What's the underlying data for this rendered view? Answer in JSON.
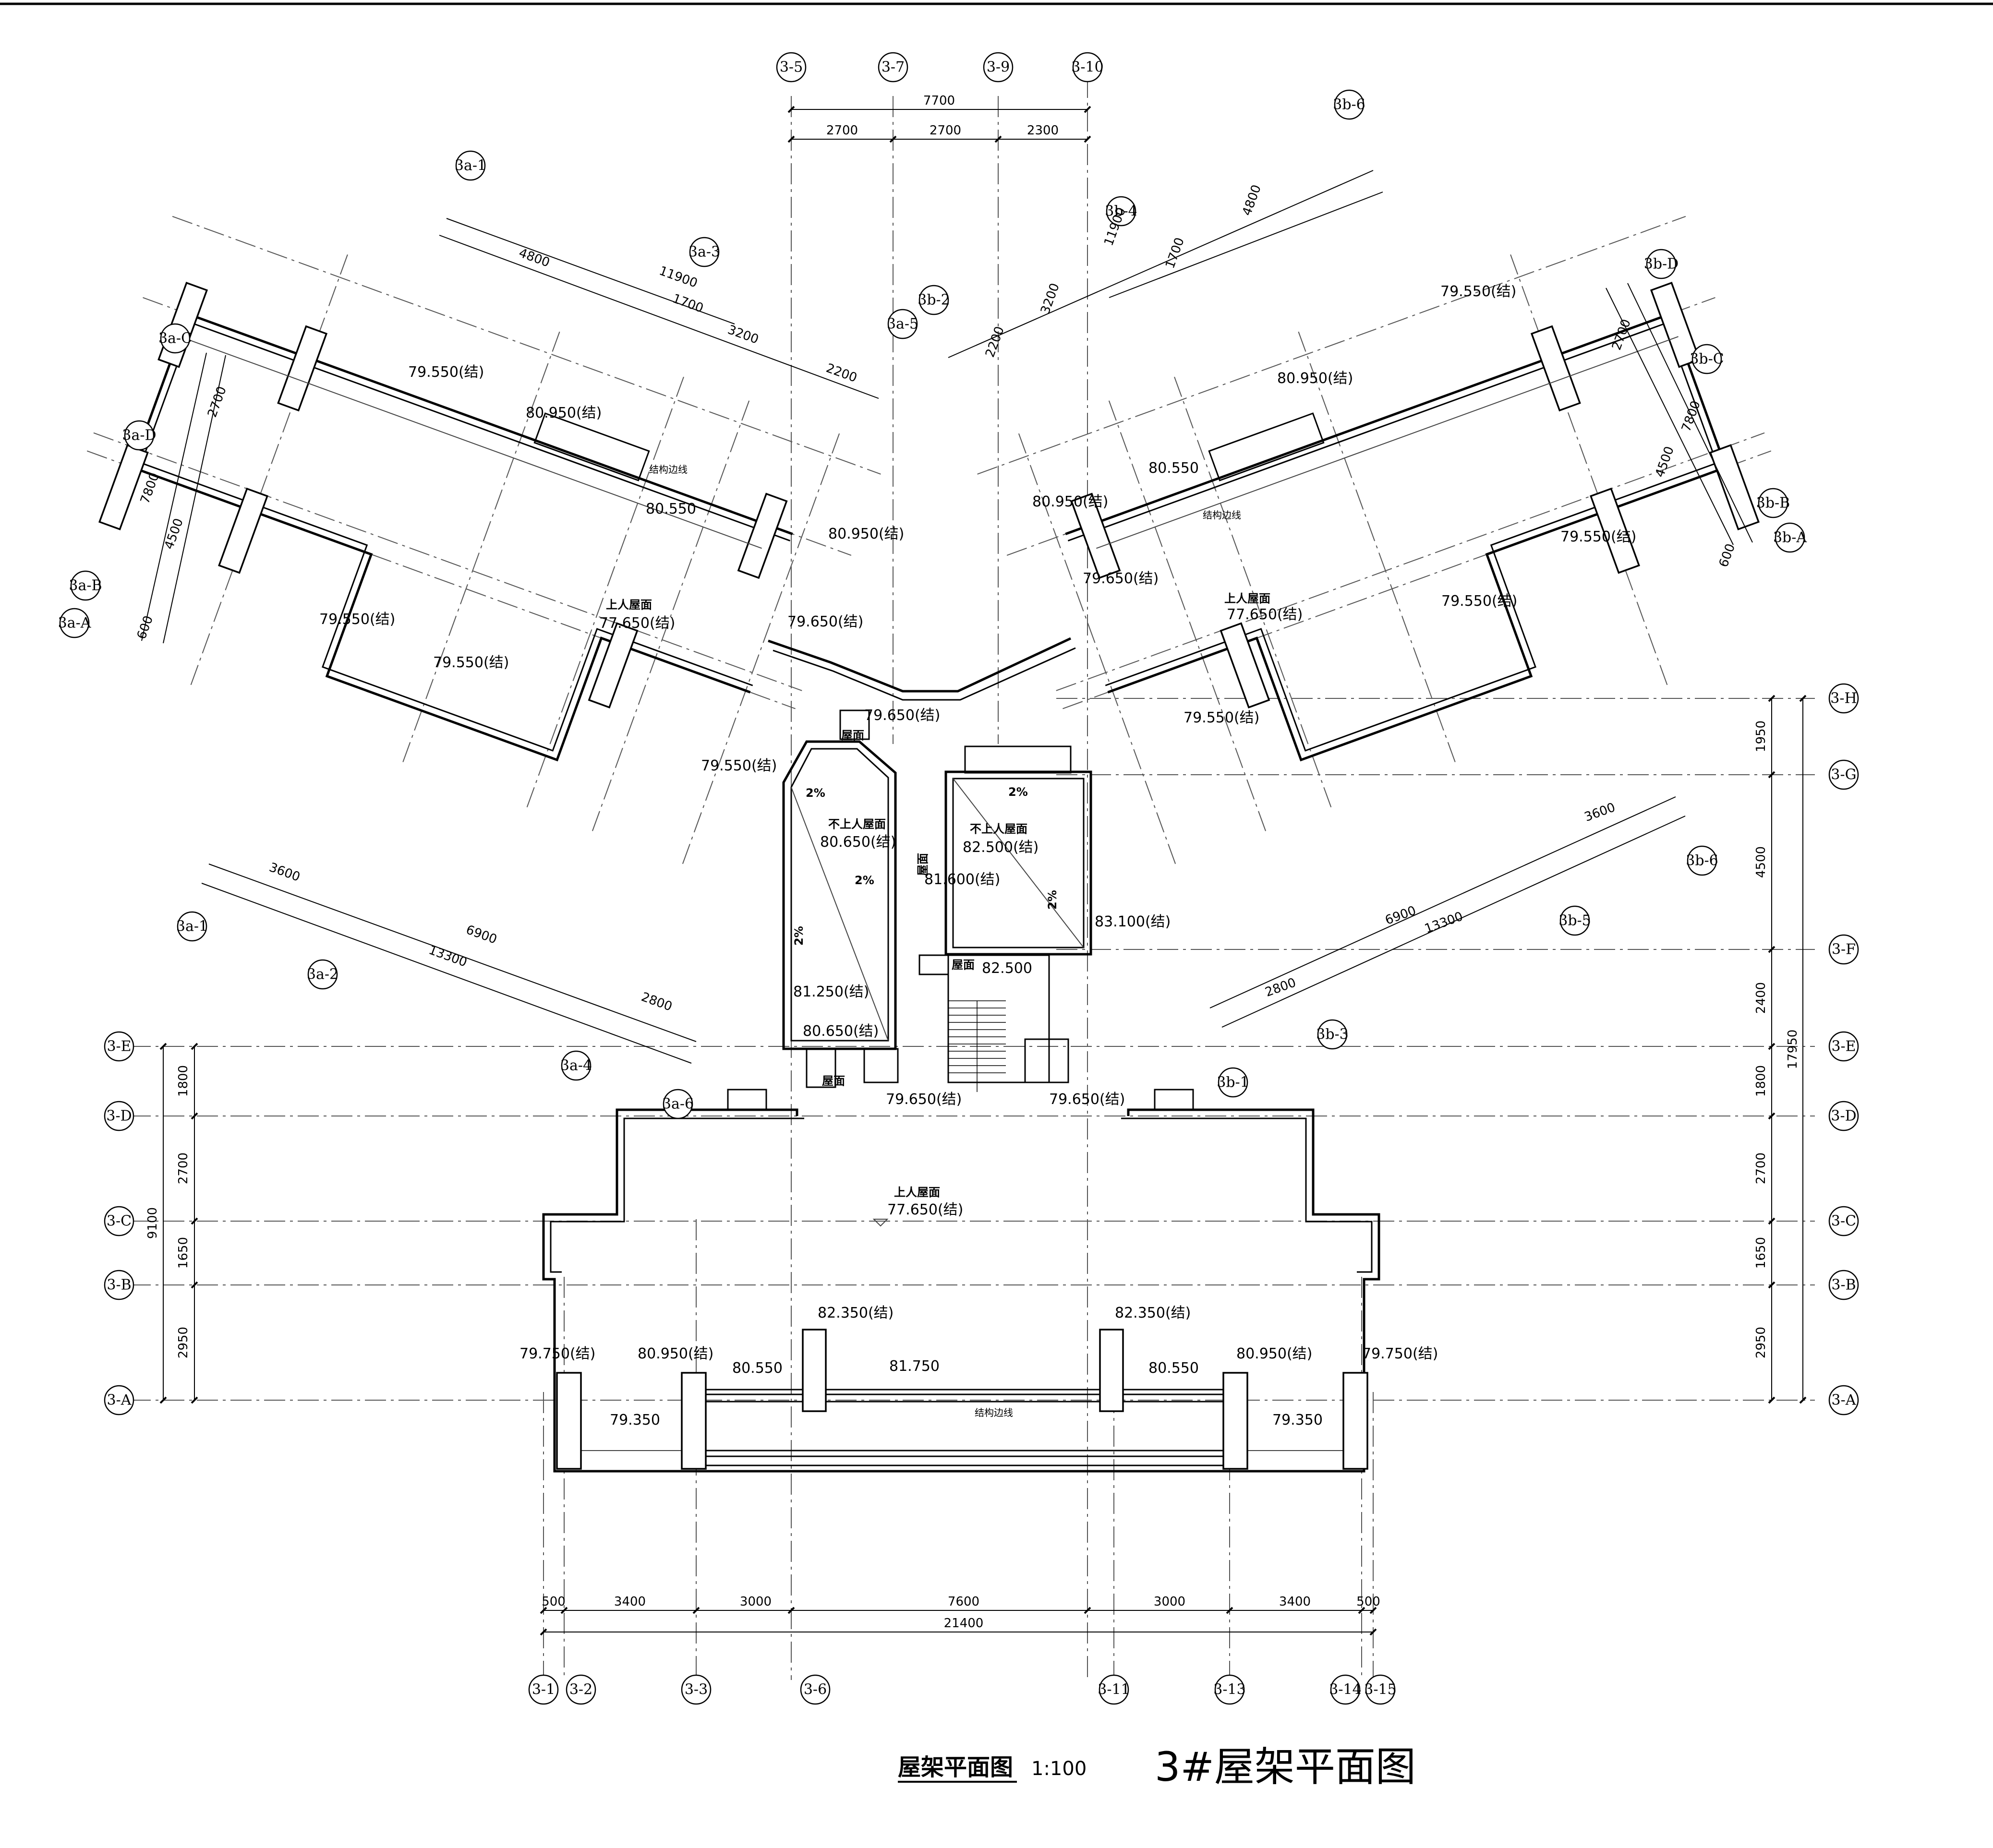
{
  "drawing": {
    "title": "屋架平面图",
    "scale": "1:100",
    "building_title": "3#屋架平面图"
  },
  "axes": {
    "bottom_x": [
      "3-1",
      "3-2",
      "3-3",
      "3-6",
      "3-11",
      "3-13",
      "3-14",
      "3-15"
    ],
    "top_x": [
      "3-5",
      "3-7",
      "3-9",
      "3-10"
    ],
    "rows_left": [
      "3-E",
      "3-D",
      "3-C",
      "3-B",
      "3-A"
    ],
    "rows_right": [
      "3-H",
      "3-G",
      "3-F",
      "3-E",
      "3-D",
      "3-C",
      "3-B",
      "3-A"
    ],
    "wing_a": [
      "3a-1",
      "3a-2",
      "3a-3",
      "3a-4",
      "3a-5",
      "3a-6",
      "3a-A",
      "3a-B",
      "3a-C",
      "3a-D"
    ],
    "wing_b": [
      "3b-1",
      "3b-2",
      "3b-3",
      "3b-4",
      "3b-5",
      "3b-6",
      "3b-6",
      "3b-A",
      "3b-B",
      "3b-C",
      "3b-D"
    ]
  },
  "dims": {
    "bottom_parts": [
      "500",
      "3400",
      "3000",
      "7600",
      "3000",
      "3400",
      "500"
    ],
    "bottom_total": "21400",
    "top_total": "7700",
    "top_parts": [
      "2700",
      "2700",
      "2300"
    ],
    "left_parts": [
      "1800",
      "2700",
      "1650",
      "2950"
    ],
    "left_total": "9100",
    "right_parts": [
      "1950",
      "4500",
      "2400",
      "1800",
      "2700",
      "1650",
      "2950"
    ],
    "right_total": "17950",
    "wa_top_total": "11900",
    "wa_top_parts": [
      "4800",
      "1700",
      "3200",
      "2200"
    ],
    "wa_left_total": "7800",
    "wa_left_parts": [
      "2700",
      "4500",
      "600"
    ],
    "wa_bottom_total": "13300",
    "wa_bottom_parts": [
      "3600",
      "6900",
      "2800"
    ],
    "wb_top_total": "11900",
    "wb_top_parts": [
      "2200",
      "3200",
      "1700",
      "4800"
    ],
    "wb_right_total": "7800",
    "wb_right_parts": [
      "2700",
      "4500",
      "600"
    ],
    "wb_bottom_total": "13300",
    "wb_bottom_parts": [
      "2800",
      "6900",
      "3600"
    ]
  },
  "elevations": {
    "e79550_jie": "79.550(结)",
    "e80950_jie": "80.950(结)",
    "e80550": "80.550",
    "e79650_jie": "79.650(结)",
    "e77650_jie": "77.650(结)",
    "e80650_jie": "80.650(结)",
    "e81250_jie": "81.250(结)",
    "e82500_jie": "82.500(结)",
    "e81600_jie": "81.600(结)",
    "e83100_jie": "83.100(结)",
    "e82500": "82.500",
    "e82350_jie": "82.350(结)",
    "e81750": "81.750",
    "e79750_jie": "79.750(结)",
    "e79350": "79.350"
  },
  "labels": {
    "roof_accessible": "上人屋面",
    "roof_inaccessible": "不上人屋面",
    "slope": "2%",
    "struct_line": "结构边线",
    "roof_hatch": "屋面"
  }
}
